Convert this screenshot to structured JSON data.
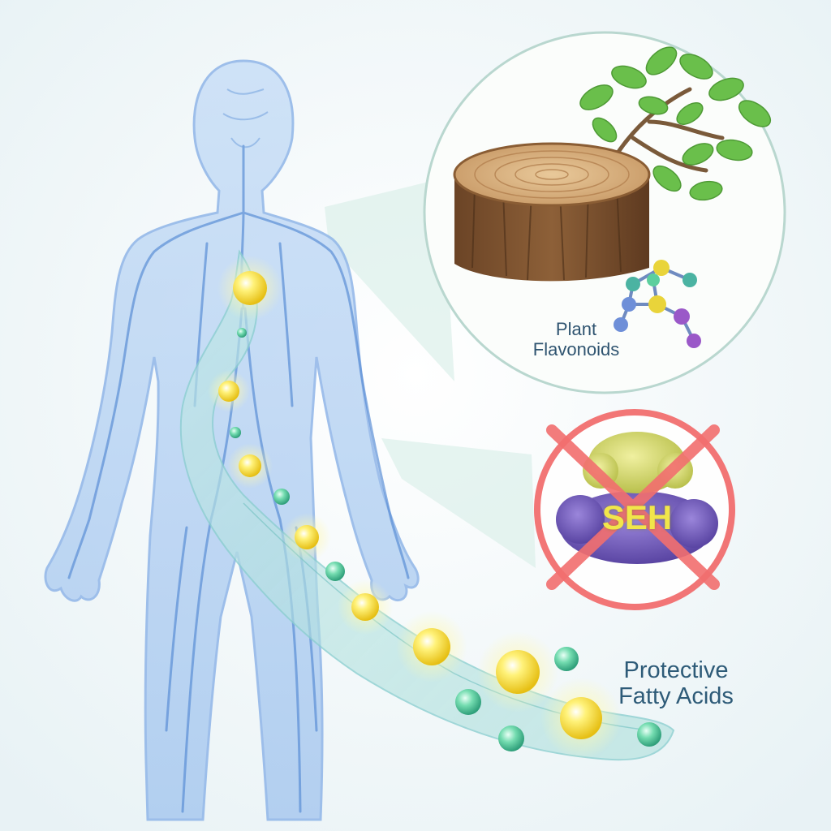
{
  "labels": {
    "plant_line1": "Plant",
    "plant_line2": "Flavonoids",
    "enzyme": "SEH",
    "fatty_line1": "Protective",
    "fatty_line2": "Fatty Acids"
  },
  "colors": {
    "background": "#f3f8fa",
    "body": "#b7d4f4",
    "vessels": "#5b8fd6",
    "stream": "#9fd8d8",
    "molecule_yellow": "#f7e341",
    "molecule_green": "#5ccf9e",
    "inhibit_red": "#f26f6f",
    "enzyme_purple": "#7d63c2",
    "enzyme_yellow": "#d7d96a",
    "wood": "#a9794d",
    "leaf": "#6abf4b",
    "text": "#2f5470"
  },
  "icons": {
    "figure": "human-body-figure",
    "tree_stump": "tree-stump-icon",
    "molecule": "flavonoid-molecule-icon",
    "enzyme": "seh-enzyme-icon",
    "inhibit": "inhibit-cross-icon"
  }
}
